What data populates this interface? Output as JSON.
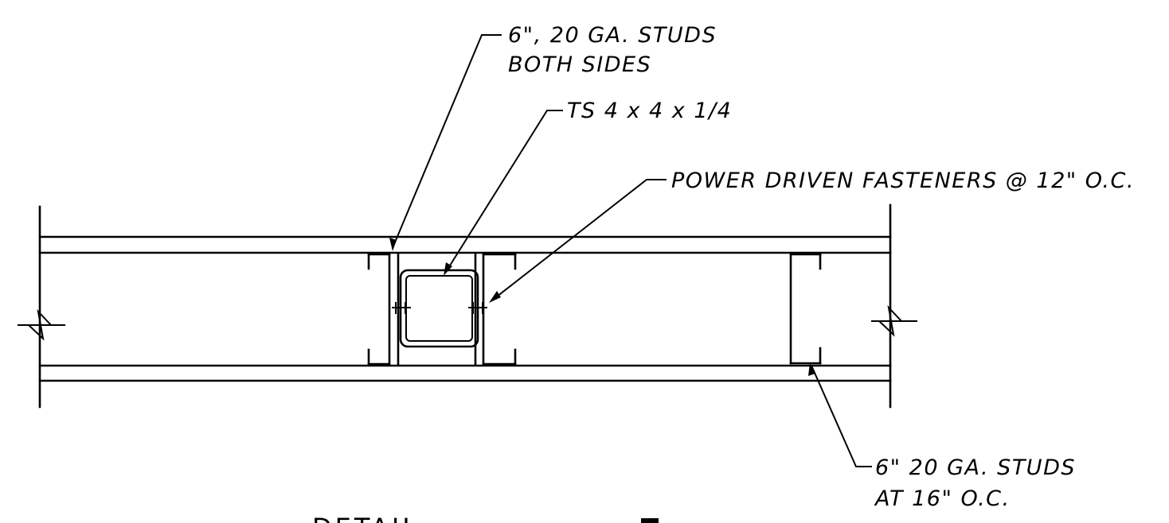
{
  "labels": {
    "studs_both_sides_line1": "6\", 20 GA. STUDS",
    "studs_both_sides_line2": "BOTH SIDES",
    "tube_steel": "TS 4 x 4 x 1/4",
    "fasteners": "POWER DRIVEN FASTENERS @ 12\" O.C.",
    "studs_spacing_line1": "6\" 20 GA. STUDS",
    "studs_spacing_line2": "AT 16\" O.C."
  },
  "title_partial": "DETAIL"
}
